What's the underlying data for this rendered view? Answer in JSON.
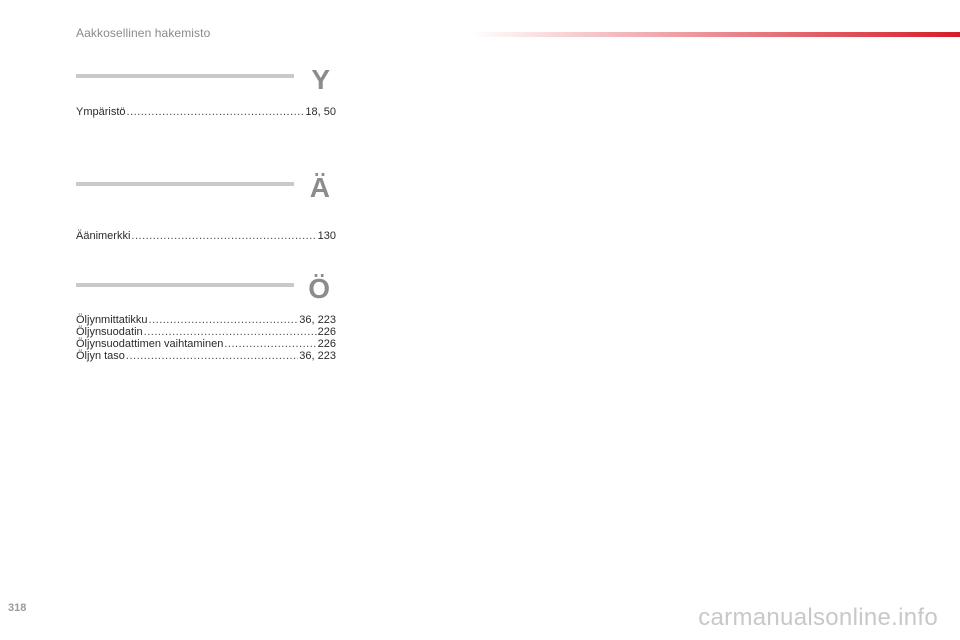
{
  "header": {
    "title": "Aakkosellinen hakemisto"
  },
  "sections": [
    {
      "letter": "Y",
      "entries": [
        {
          "term": "Ympäristö",
          "pages": "18, 50"
        }
      ]
    },
    {
      "letter": "Ä",
      "entries": [
        {
          "term": "Äänimerkki",
          "pages": "130"
        }
      ]
    },
    {
      "letter": "Ö",
      "entries": [
        {
          "term": "Öljynmittatikku",
          "pages": "36, 223"
        },
        {
          "term": "Öljynsuodatin",
          "pages": "226"
        },
        {
          "term": "Öljynsuodattimen vaihtaminen",
          "pages": "226"
        },
        {
          "term": "Öljyn taso",
          "pages": "36, 223"
        }
      ]
    }
  ],
  "footer": {
    "page_number": "318",
    "watermark": "carmanualsonline.info"
  },
  "colors": {
    "accent": "#d51c28",
    "rule": "#c9c9c9",
    "letter": "#8c8c8c"
  }
}
